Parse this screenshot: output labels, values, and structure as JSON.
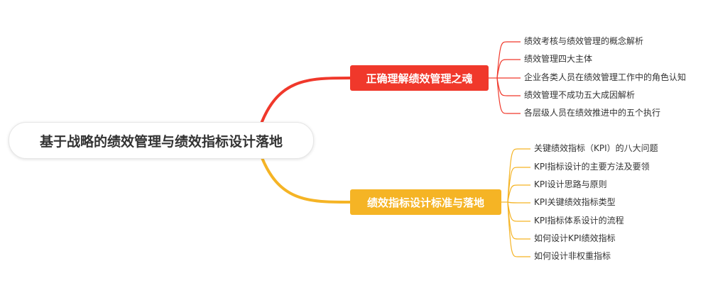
{
  "root": {
    "label": "基于战略的绩效管理与绩效指标设计落地"
  },
  "branches": [
    {
      "label": "正确理解绩效管理之魂",
      "color": "#f0382b",
      "children": [
        "绩效考核与绩效管理的概念解析",
        "绩效管理四大主体",
        "企业各类人员在绩效管理工作中的角色认知",
        "绩效管理不成功五大成因解析",
        "各层级人员在绩效推进中的五个执行"
      ]
    },
    {
      "label": "绩效指标设计标准与落地",
      "color": "#f5b425",
      "children": [
        "关键绩效指标（KPI）的八大问题",
        "KPI指标设计的主要方法及要领",
        "KPI设计思路与原则",
        "KPI关键绩效指标类型",
        "KPI指标体系设计的流程",
        "如何设计KPI绩效指标",
        "如何设计非权重指标"
      ]
    }
  ]
}
